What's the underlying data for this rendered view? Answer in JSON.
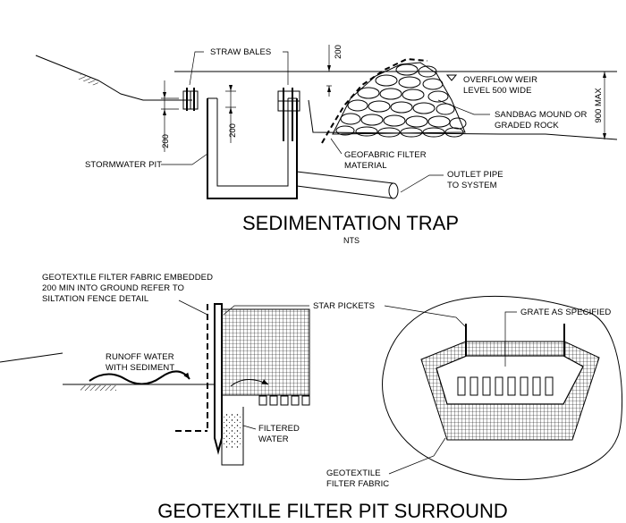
{
  "sedimentation_trap": {
    "title": "SEDIMENTATION TRAP",
    "scale_note": "NTS",
    "labels": {
      "straw_bales": "STRAW BALES",
      "overflow_weir_1": "OVERFLOW WEIR",
      "overflow_weir_2": "LEVEL 500 WIDE",
      "sandbag_1": "SANDBAG MOUND OR",
      "sandbag_2": "GRADED ROCK",
      "stormwater_pit": "STORMWATER PIT",
      "geofabric_1": "GEOFABRIC FILTER",
      "geofabric_2": "MATERIAL",
      "outlet_1": "OUTLET PIPE",
      "outlet_2": "TO SYSTEM"
    },
    "dimensions": {
      "top": "200",
      "left": "200",
      "inner": "200",
      "max": "900 MAX"
    }
  },
  "filter_pit_surround": {
    "title": "GEOTEXTILE FILTER PIT SURROUND",
    "labels": {
      "geotextile_1": "GEOTEXTILE FILTER FABRIC EMBEDDED",
      "geotextile_2": "200 MIN INTO GROUND REFER TO",
      "geotextile_3": "SILTATION FENCE DETAIL",
      "star_pickets": "STAR PICKETS",
      "grate": "GRATE AS SPECIFIED",
      "runoff_1": "RUNOFF WATER",
      "runoff_2": "WITH SEDIMENT",
      "filtered_1": "FILTERED",
      "filtered_2": "WATER",
      "fabric_1": "GEOTEXTILE",
      "fabric_2": "FILTER FABRIC"
    }
  }
}
